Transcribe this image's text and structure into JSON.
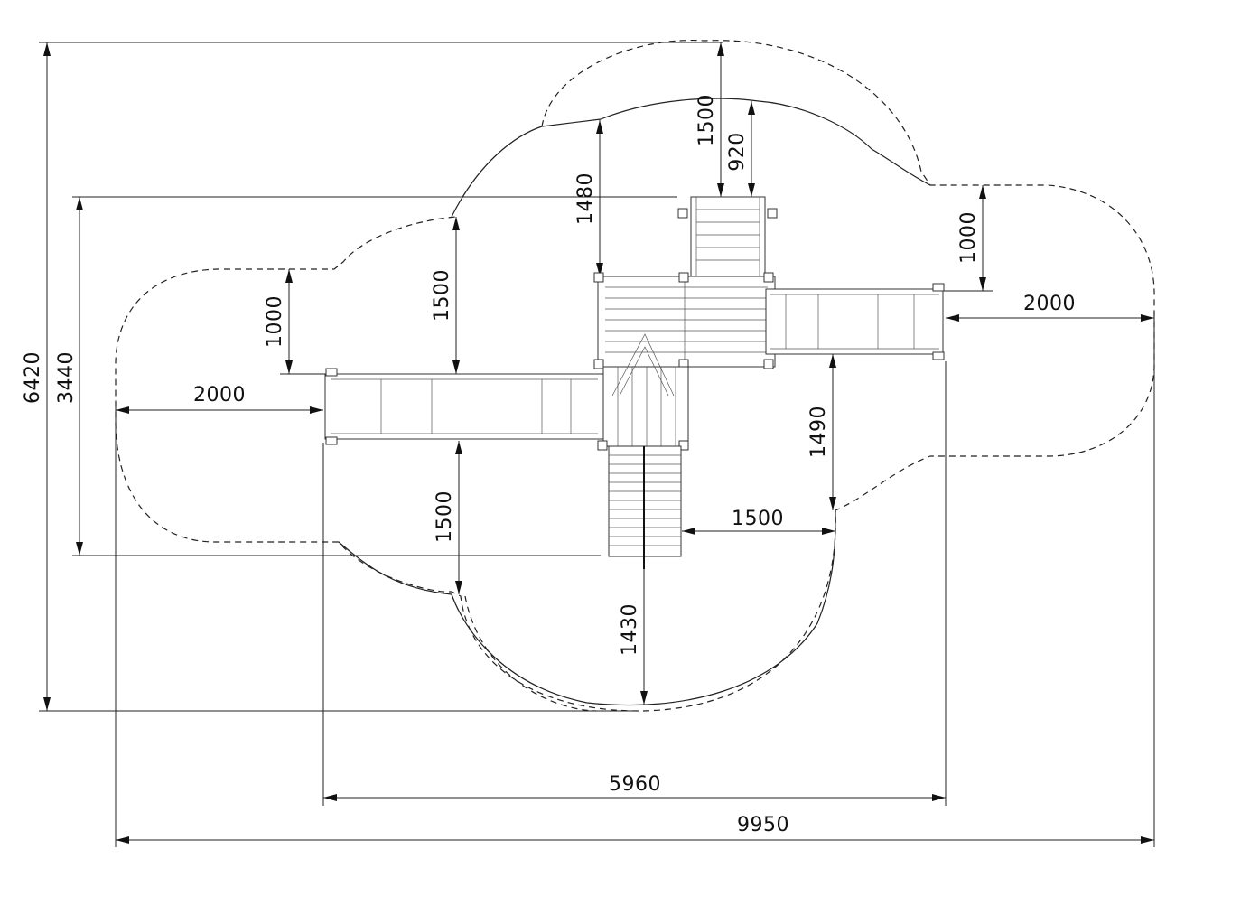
{
  "dimensions": {
    "overall_width": "9950",
    "structure_width": "5960",
    "overall_height": "6420",
    "structure_height": "3440",
    "left_slide_length": "2000",
    "right_slide_length": "2000",
    "top_clearance_outer": "1500",
    "top_slide_clearance": "920",
    "top_left_clearance": "1480",
    "right_side_clearance": "1000",
    "left_side_clearance": "1000",
    "left_upper_clearance": "1500",
    "left_lower_clearance": "1500",
    "bottom_clearance": "1430",
    "right_lower_clearance": "1490",
    "ladder_side_clearance": "1500"
  }
}
